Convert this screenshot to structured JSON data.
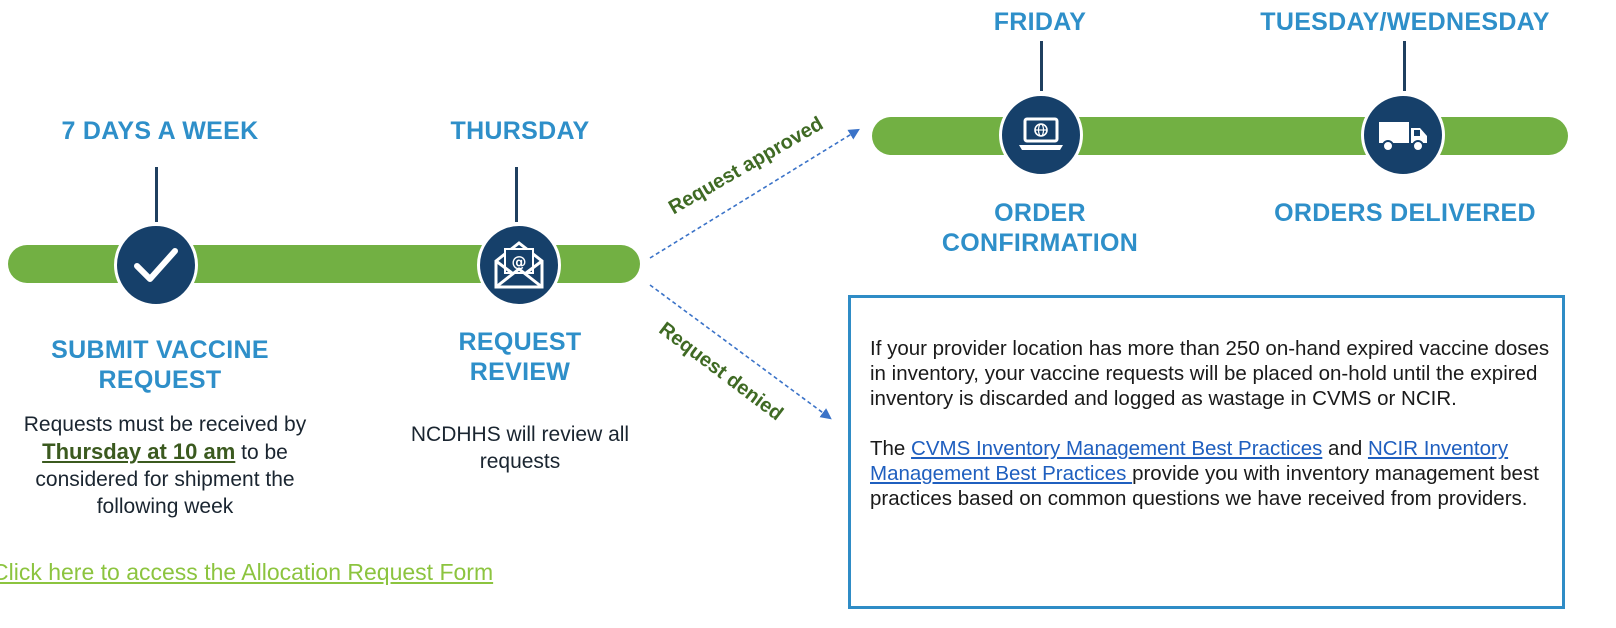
{
  "steps": [
    {
      "day": "7 DAYS A WEEK",
      "title_lines": [
        "SUBMIT VACCINE",
        "REQUEST"
      ],
      "icon": "check-icon",
      "desc_pre": "Requests must be received by ",
      "desc_bold": "Thursday at 10 am",
      "desc_post": " to be considered for shipment the following week"
    },
    {
      "day": "THURSDAY",
      "title_lines": [
        "REQUEST",
        "REVIEW"
      ],
      "icon": "email-envelope-icon",
      "desc": "NCDHHS will review all requests"
    },
    {
      "day": "FRIDAY",
      "title_lines": [
        "ORDER",
        "CONFIRMATION"
      ],
      "icon": "laptop-globe-icon"
    },
    {
      "day": "TUESDAY/WEDNESDAY",
      "title_lines": [
        "ORDERS DELIVERED"
      ],
      "icon": "delivery-truck-icon"
    }
  ],
  "arrows": {
    "approved": "Request approved",
    "denied": "Request denied"
  },
  "link": "Click here to access the Allocation Request Form",
  "info": {
    "para1": "If your provider location has more than 250 on-hand expired vaccine doses in inventory, your vaccine requests will be placed on-hold until the expired inventory is discarded and logged as wastage in CVMS or NCIR.",
    "para2_pre": "The ",
    "link1": "CVMS Inventory Management Best Practices",
    "para2_mid": " and  ",
    "link2": "NCIR Inventory Management Best Practices ",
    "para2_post": "provide you with inventory management best practices based on common questions we have received from providers."
  },
  "colors": {
    "accent_blue": "#2e8fc9",
    "bar_green": "#72b043",
    "circle_navy": "#16406a",
    "label_green": "#3f6a24",
    "link_green": "#8cc43f"
  }
}
